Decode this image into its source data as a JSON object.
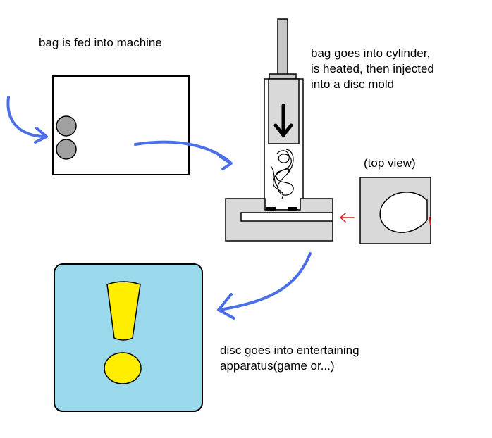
{
  "labels": {
    "step1": "bag is fed into machine",
    "step2": "bag goes into cylinder,\nis heated, then injected\ninto a disc mold",
    "top_view": "(top view)",
    "step3": "disc goes into entertaining\napparatus(game or...)"
  },
  "colors": {
    "arrow": "#4a6fe8",
    "gray": "#d9d9d9",
    "roller": "#a0a0a0",
    "red": "#e02020",
    "panel": "#9ad8eb",
    "exclaim": "#ffee00"
  }
}
